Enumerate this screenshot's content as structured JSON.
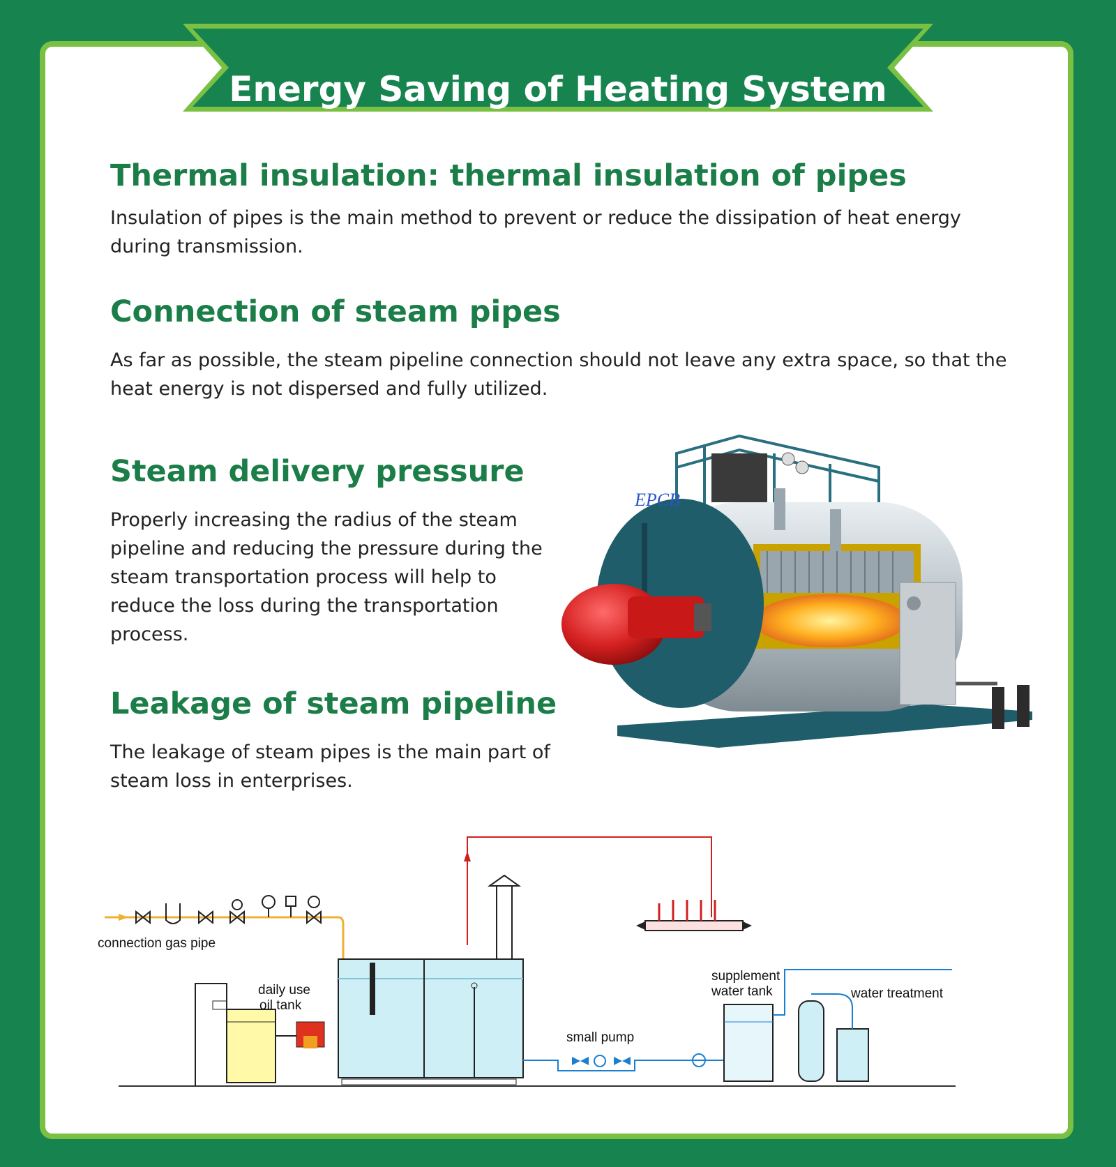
{
  "banner": {
    "title": "Energy Saving of Heating System"
  },
  "sections": [
    {
      "heading": "Thermal insulation: thermal insulation of pipes",
      "text": "Insulation of pipes is the main method to prevent or reduce the dissipation of heat energy during transmission."
    },
    {
      "heading": "Connection of steam pipes",
      "text": "As far as possible, the steam pipeline connection should not leave any extra space, so that the heat energy is not dispersed and fully utilized."
    },
    {
      "heading": "Steam delivery pressure",
      "text": "Properly increasing the radius of the steam pipeline and reducing the pressure during the steam transportation process will help to reduce the loss during the transportation process."
    },
    {
      "heading": "Leakage of steam pipeline",
      "text": "The leakage of steam pipes is the main part of steam loss in enterprises."
    }
  ],
  "boiler_image": {
    "brand": "EPCB"
  },
  "diagram": {
    "labels": {
      "gas_pipe": "connection gas pipe",
      "oil_tank_line1": "daily use",
      "oil_tank_line2": "oil tank",
      "small_pump": "small pump",
      "supplement_line1": "supplement",
      "supplement_line2": "water  tank",
      "water_treatment": "water treatment"
    }
  },
  "colors": {
    "background": "#17834f",
    "border_accent": "#7ac143",
    "heading": "#1b7d47",
    "boiler_body": "#1f5d6b",
    "burner": "#d42020"
  }
}
